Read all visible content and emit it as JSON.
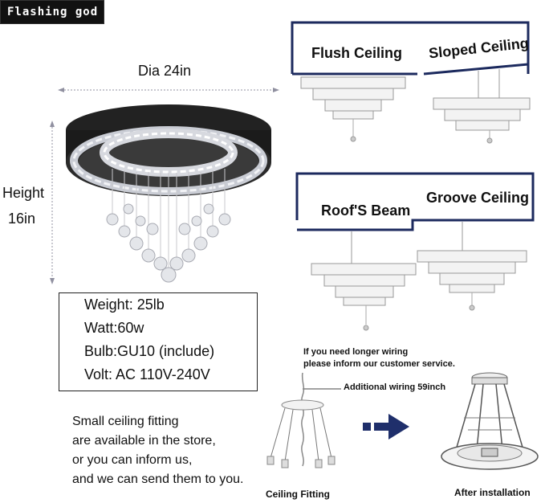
{
  "brand": "Flashing god",
  "diameter_label": "Dia 24in",
  "height_label": "Height",
  "height_value": "16in",
  "specs": {
    "weight": "Weight: 25lb",
    "watt": "Watt:60w",
    "bulb": "Bulb:GU10 (include)",
    "volt": "Volt: AC 110V-240V"
  },
  "ceiling_types": {
    "flush": "Flush Ceiling",
    "sloped": "Sloped Ceiling",
    "beam": "Roof'S Beam",
    "groove": "Groove Ceiling"
  },
  "wiring_note_line1": "If you need longer wiring",
  "wiring_note_line2": "please inform our customer service.",
  "additional_wiring": "Additional wiring 59inch",
  "fitting_note": [
    "Small ceiling fitting",
    "are available in the store,",
    "or you can inform us,",
    "and we can send them to you."
  ],
  "ceiling_fitting_label": "Ceiling Fitting",
  "after_installation_label": "After installation",
  "colors": {
    "arrow": "#1f2f6b",
    "frame": "#1c2a5e",
    "dim_line": "#9090a0"
  }
}
